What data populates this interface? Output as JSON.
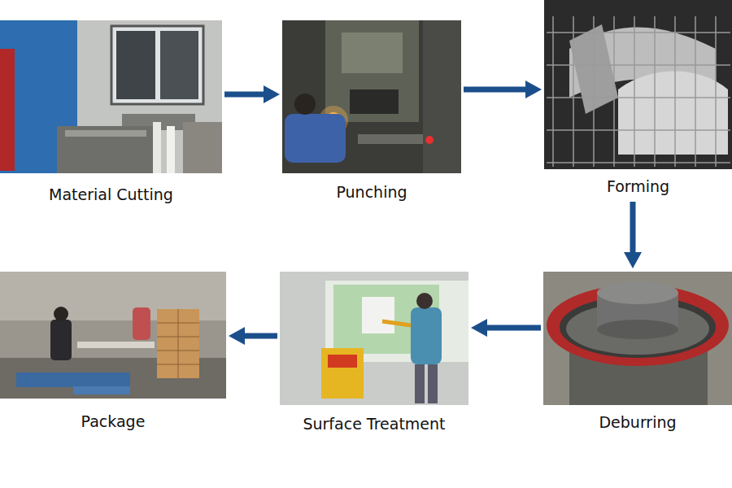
{
  "diagram": {
    "nodes": [
      {
        "text": [
          "Material Cutting"
        ]
      },
      {
        "text": [
          "Punching"
        ]
      },
      {
        "text": [
          "Forming"
        ]
      },
      {
        "text": [
          "Deburring"
        ]
      },
      {
        "text": [
          "Surface Treatment"
        ]
      },
      {
        "text": [
          "Package"
        ]
      }
    ],
    "edges": [
      {
        "from": 0,
        "to": 1,
        "arrow": "to"
      },
      {
        "from": 1,
        "to": 2,
        "arrow": "to"
      },
      {
        "from": 2,
        "to": 3,
        "arrow": "to"
      },
      {
        "from": 3,
        "to": 4,
        "arrow": "to"
      },
      {
        "from": 4,
        "to": 5,
        "arrow": "to"
      }
    ]
  }
}
